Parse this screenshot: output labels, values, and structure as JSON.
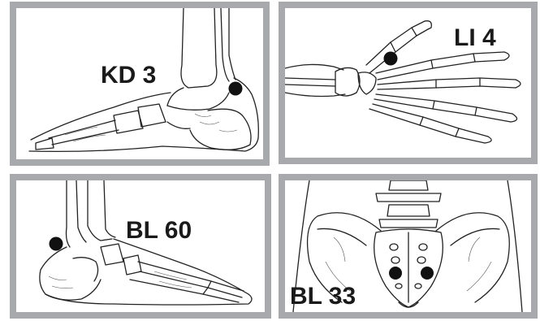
{
  "panels": [
    {
      "label": "KD 3"
    },
    {
      "label": "LI 4"
    },
    {
      "label": "BL 60"
    },
    {
      "label": "BL 33"
    }
  ],
  "colors": {
    "border": "#a7a9ac",
    "point": "#111111",
    "line": "#222222"
  }
}
